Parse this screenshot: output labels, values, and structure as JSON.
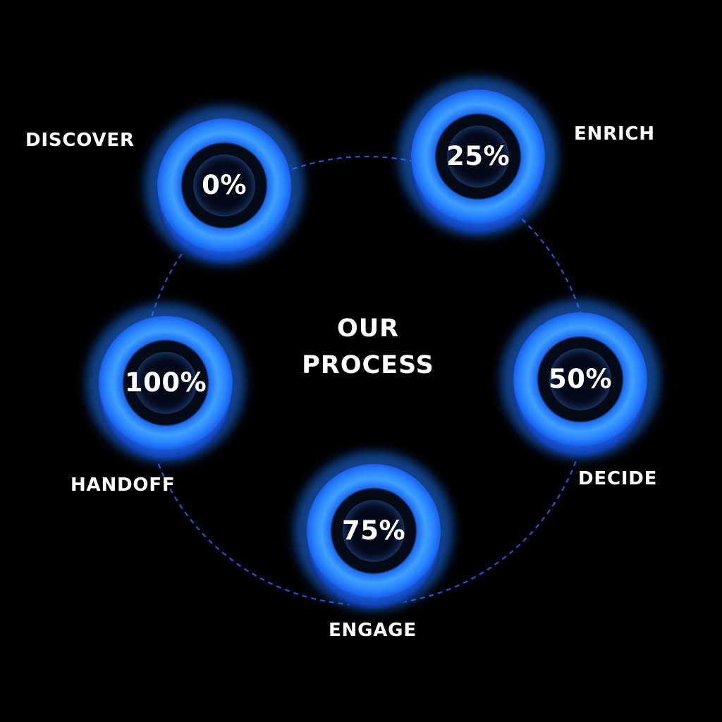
{
  "title": {
    "line1": "OUR",
    "line2": "PROCESS"
  },
  "colors": {
    "background": "#000000",
    "ring_accent": "#2a86ff",
    "connector": "#2458e6",
    "text": "#ffffff"
  },
  "steps": [
    {
      "name": "DISCOVER",
      "value": "0%"
    },
    {
      "name": "ENRICH",
      "value": "25%"
    },
    {
      "name": "DECIDE",
      "value": "50%"
    },
    {
      "name": "ENGAGE",
      "value": "75%"
    },
    {
      "name": "HANDOFF",
      "value": "100%"
    }
  ]
}
